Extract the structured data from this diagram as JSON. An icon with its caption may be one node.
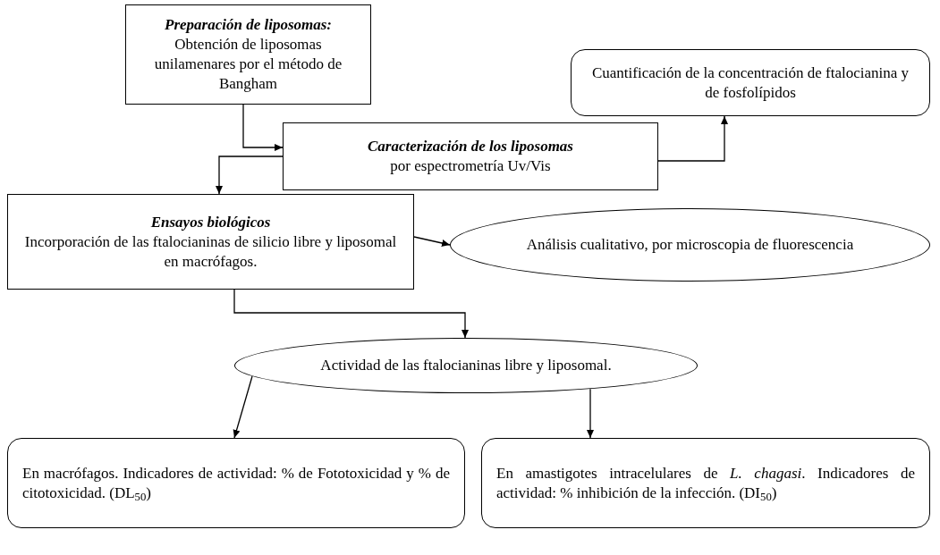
{
  "diagram": {
    "nodes": [
      {
        "text": [
          "Preparación de liposomas:",
          "Obtención de liposomas unilamenares por el método de Bangham"
        ]
      },
      {
        "text": [
          "Cuantificación de la concentración de ftalocianina y de fosfolípidos"
        ]
      },
      {
        "text": [
          "Caracterización de los liposomas",
          "por espectrometría Uv/Vis"
        ]
      },
      {
        "text": [
          "Ensayos biológicos",
          "Incorporación de las ftalocianinas de silicio libre y liposomal en macrófagos."
        ]
      },
      {
        "text": [
          "Análisis cualitativo, por microscopia de fluorescencia"
        ]
      },
      {
        "text": [
          "Actividad de las ftalocianinas libre y liposomal."
        ]
      },
      {
        "text": [
          "En macrófagos. Indicadores de actividad: % de Fototoxicidad y % de citotoxicidad. (DL$_{50}$)"
        ]
      },
      {
        "text": [
          "En amastigotes intracelulares de *L. chagasi*. Indicadores de actividad: % inhibición de la infección. (DI$_{50}$)"
        ]
      }
    ],
    "edges": [
      {
        "from": 0,
        "to": 2,
        "arrow": "to"
      },
      {
        "from": 2,
        "to": 3,
        "arrow": "to"
      },
      {
        "from": 2,
        "to": 1,
        "arrow": "to"
      },
      {
        "from": 3,
        "to": 4,
        "arrow": "to"
      },
      {
        "from": 3,
        "to": 5,
        "arrow": "to"
      },
      {
        "from": 5,
        "to": 6,
        "arrow": "to"
      },
      {
        "from": 5,
        "to": 7,
        "arrow": "to"
      }
    ]
  }
}
